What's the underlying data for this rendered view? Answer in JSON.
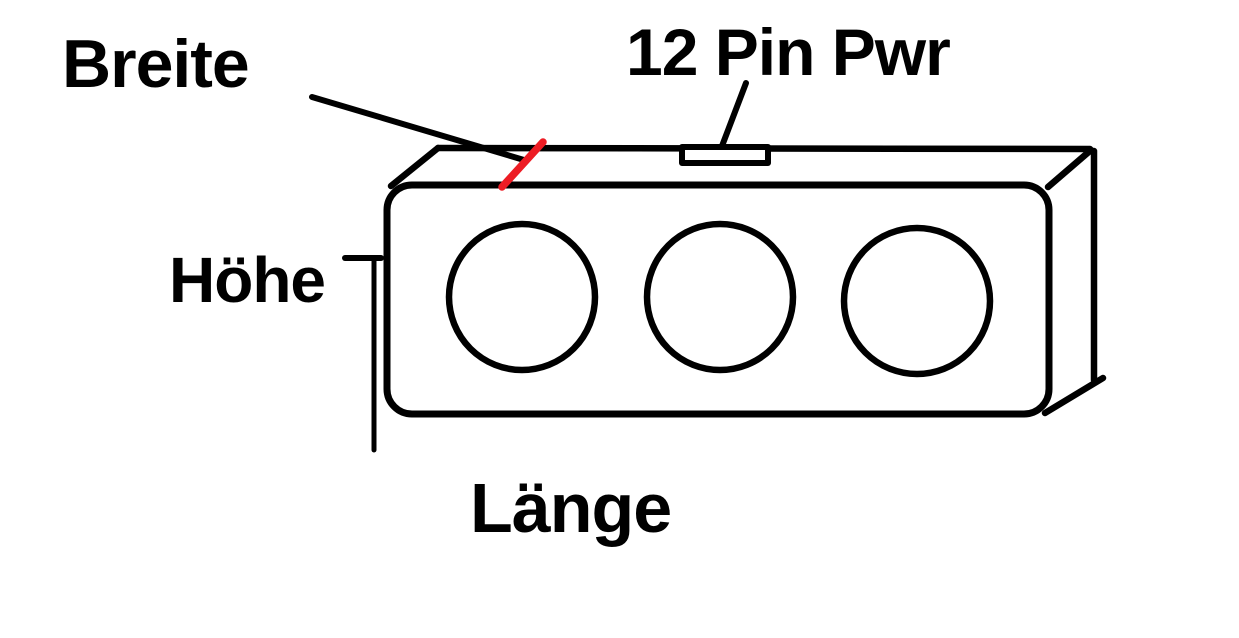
{
  "colors": {
    "ink": "#000000",
    "red_mark": "#ed1c24",
    "background": "#ffffff"
  },
  "labels": {
    "width": "Breite",
    "power": "12 Pin Pwr",
    "height": "Höhe",
    "length": "Länge"
  },
  "figure": {
    "kind": "hand-drawn dimension sketch of a three-fan device",
    "fan_circle_count": 3
  }
}
